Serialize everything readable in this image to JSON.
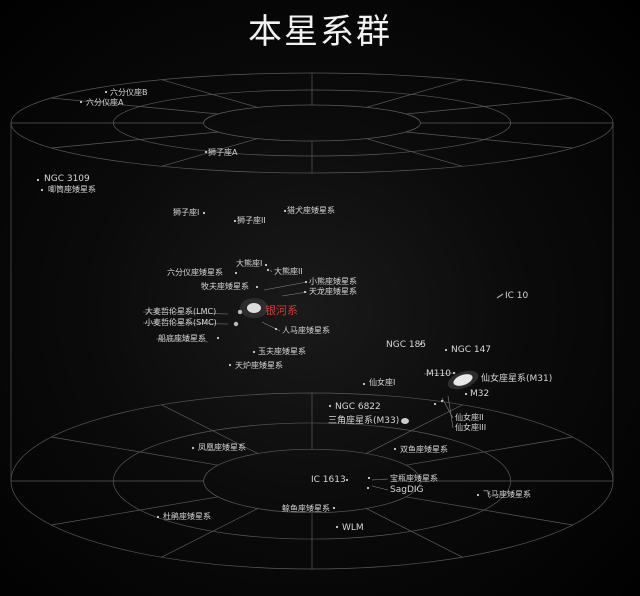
{
  "title": "本星系群",
  "galaxies": [
    {
      "id": "sextans-b",
      "label": "六分仪座B"
    },
    {
      "id": "sextans-a",
      "label": "六分仪座A"
    },
    {
      "id": "leo-a",
      "label": "狮子座A"
    },
    {
      "id": "ngc3109",
      "label": "NGC 3109"
    },
    {
      "id": "antlia",
      "label": "唧筒座矮星系"
    },
    {
      "id": "leo-i",
      "label": "狮子座I"
    },
    {
      "id": "leo-ii",
      "label": "狮子座II"
    },
    {
      "id": "canes-venatici",
      "label": "猎犬座矮星系"
    },
    {
      "id": "ursa-major-i",
      "label": "大熊座I"
    },
    {
      "id": "ursa-major-ii",
      "label": "大熊座II"
    },
    {
      "id": "sextans-dwarf",
      "label": "六分仪座矮星系"
    },
    {
      "id": "ursa-minor",
      "label": "小熊座矮星系"
    },
    {
      "id": "bootes",
      "label": "牧夫座矮星系"
    },
    {
      "id": "draco",
      "label": "天龙座矮星系"
    },
    {
      "id": "milky-way",
      "label": "银河系"
    },
    {
      "id": "lmc",
      "label": "大麦哲伦星系(LMC)"
    },
    {
      "id": "smc",
      "label": "小麦哲伦星系(SMC)"
    },
    {
      "id": "sagittarius",
      "label": "人马座矮星系"
    },
    {
      "id": "carina",
      "label": "船底座矮星系"
    },
    {
      "id": "sculptor",
      "label": "玉夫座矮星系"
    },
    {
      "id": "fornax",
      "label": "天炉座矮星系"
    },
    {
      "id": "ic10",
      "label": "IC 10"
    },
    {
      "id": "ngc185",
      "label": "NGC 185"
    },
    {
      "id": "ngc147",
      "label": "NGC 147"
    },
    {
      "id": "m110",
      "label": "M110"
    },
    {
      "id": "andromeda",
      "label": "仙女座星系(M31)"
    },
    {
      "id": "m32",
      "label": "M32"
    },
    {
      "id": "and-i",
      "label": "仙女座I"
    },
    {
      "id": "ngc6822",
      "label": "NGC 6822"
    },
    {
      "id": "m33",
      "label": "三角座星系(M33)"
    },
    {
      "id": "and-ii",
      "label": "仙女座II"
    },
    {
      "id": "and-iii",
      "label": "仙女座III"
    },
    {
      "id": "phoenix",
      "label": "凤凰座矮星系"
    },
    {
      "id": "pisces",
      "label": "双鱼座矮星系"
    },
    {
      "id": "ic1613",
      "label": "IC 1613"
    },
    {
      "id": "aquarius",
      "label": "宝瓶座矮星系"
    },
    {
      "id": "sagdig",
      "label": "SagDIG"
    },
    {
      "id": "pegasus",
      "label": "飞马座矮星系"
    },
    {
      "id": "tucana",
      "label": "杜鹃座矮星系"
    },
    {
      "id": "cetus",
      "label": "鲸鱼座矮星系"
    },
    {
      "id": "wlm",
      "label": "WLM"
    }
  ]
}
